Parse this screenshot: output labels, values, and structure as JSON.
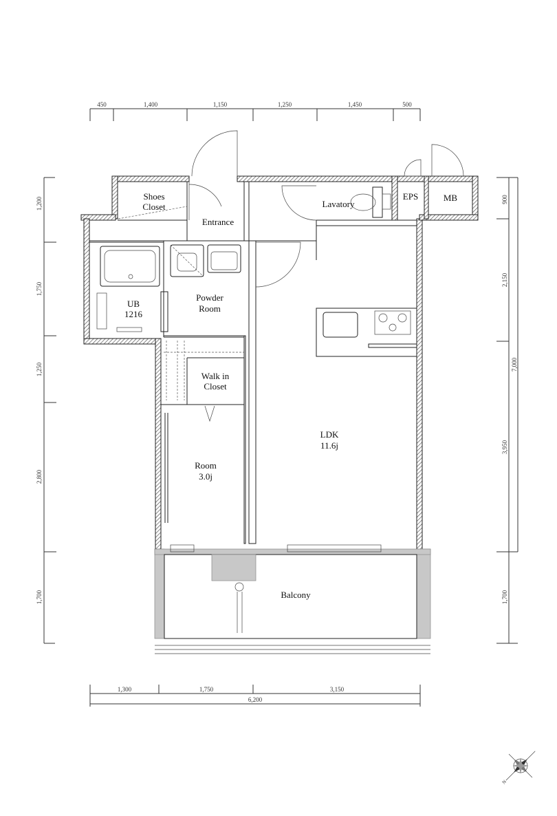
{
  "dimensions": {
    "top": [
      "450",
      "1,400",
      "1,150",
      "1,250",
      "1,450",
      "500"
    ],
    "left": [
      "1,200",
      "1,750",
      "1,250",
      "2,800",
      "1,700"
    ],
    "right": [
      "900",
      "2,150",
      "3,950",
      "1,700"
    ],
    "right_total": "7,000",
    "bottom": [
      "1,300",
      "1,750",
      "3,150"
    ],
    "bottom_total": "6,200"
  },
  "rooms": {
    "shoes_closet": [
      "Shoes",
      "Closet"
    ],
    "entrance": "Entrance",
    "lavatory": "Lavatory",
    "eps": "EPS",
    "mb": "MB",
    "ub": [
      "UB",
      "1216"
    ],
    "powder_room": [
      "Powder",
      "Room"
    ],
    "walk_in_closet": [
      "Walk in",
      "Closet"
    ],
    "room": [
      "Room",
      "3.0j"
    ],
    "ldk": [
      "LDK",
      "11.6j"
    ],
    "balcony": "Balcony"
  },
  "compass": {
    "label": "N"
  }
}
